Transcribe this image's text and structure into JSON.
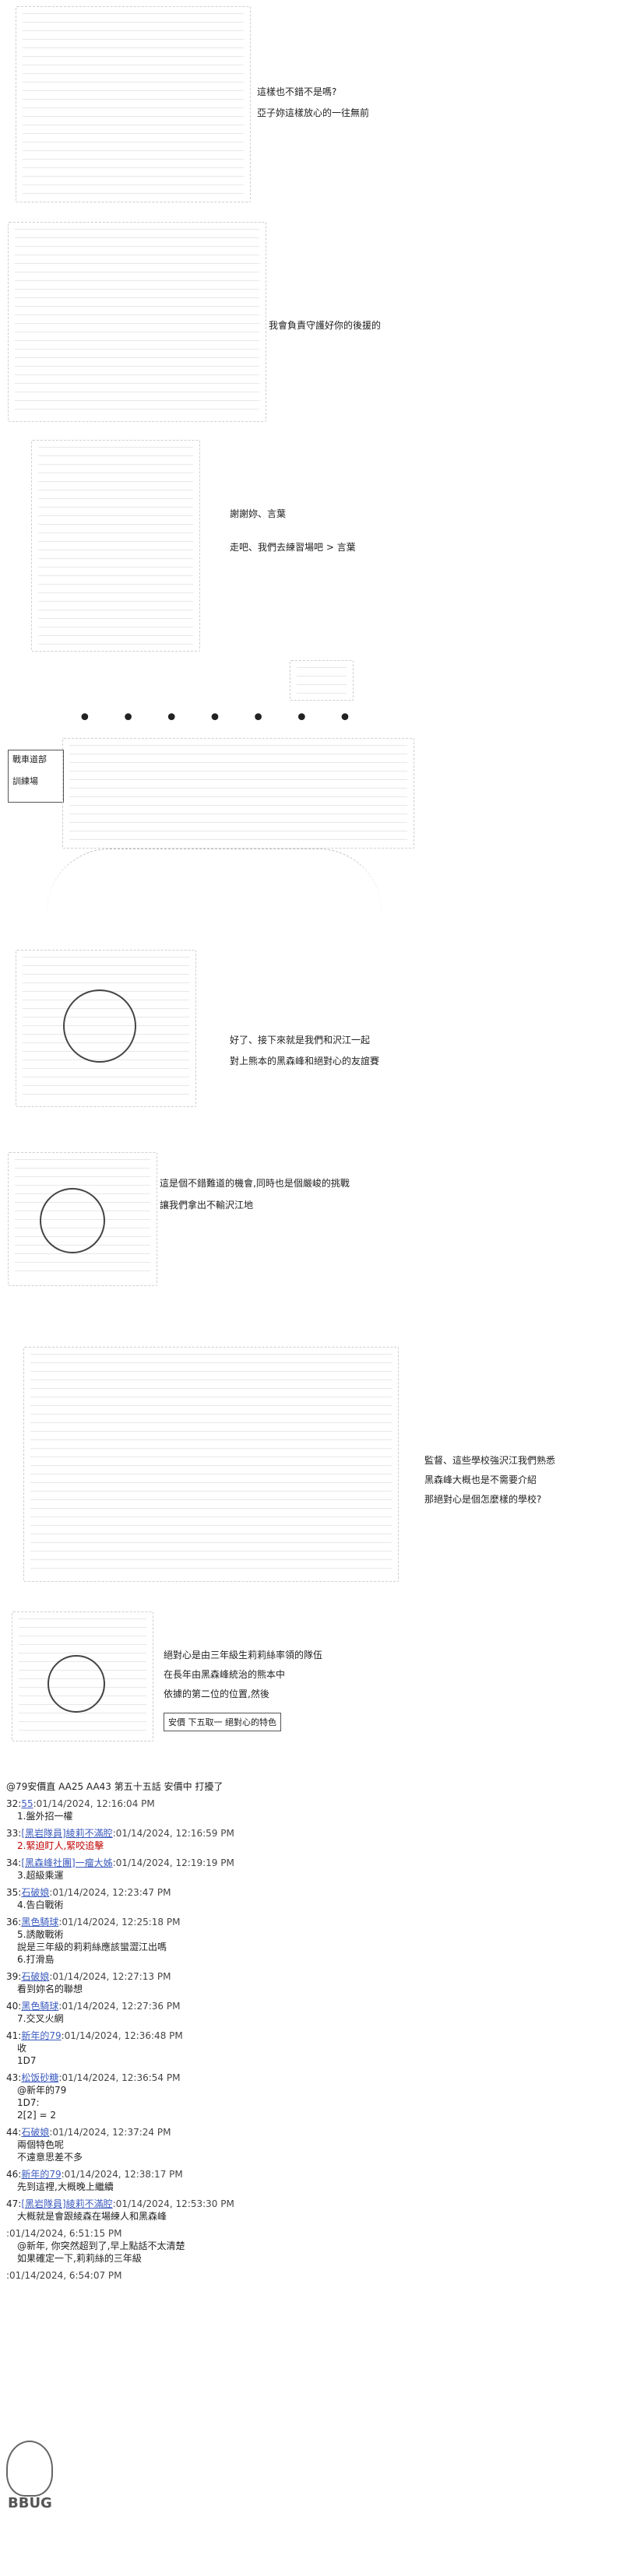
{
  "dialogue": {
    "line1": "這樣也不錯不是嗎?",
    "line2": "亞子妳這樣放心的一往無前",
    "line3": "我會負責守護好你的後援的",
    "line4": "謝謝妳、言葉",
    "line5": "走吧、我們去練習場吧 > 言葉",
    "sign1": "戰車道部",
    "sign2": "訓練場",
    "line6": "好了、接下來就是我們和沢江一起",
    "line7": "對上熊本的黑森峰和絕對心的友誼賽",
    "line8": "這是個不錯難道的機會,同時也是個嚴峻的挑戰",
    "line9": "讓我們拿出不輸沢江地",
    "line10": "監督、這些學校強沢江我們熟悉",
    "line11": "黑森峰大概也是不需要介紹",
    "line12": "那絕對心是個怎麼樣的學校?",
    "line13": "絕對心是由三年級生莉莉絲率領的隊伍",
    "line14": "在長年由黑森峰統治的熊本中",
    "line15": "依據的第二位的位置,然後",
    "choice": "安價 下五取一 絕對心的特色"
  },
  "thread": {
    "header": "@79安價直 AA25 AA43 第五十五話 安價中 打擾了",
    "posts": [
      {
        "num": "32:",
        "name": "55",
        "date": ":01/14/2024, 12:16:04 PM",
        "body": "1.盤外招一權"
      },
      {
        "num": "33:",
        "name": "[黑岩隊員]綾莉不滿腔",
        "date": ":01/14/2024, 12:16:59 PM",
        "body": "2.緊迫盯人,緊咬追擊",
        "red": true
      },
      {
        "num": "34:",
        "name": "[黑森峰社團]一瘤大姊",
        "date": ":01/14/2024, 12:19:19 PM",
        "body": "3.超級乘運"
      },
      {
        "num": "35:",
        "name": "石破娘",
        "date": ":01/14/2024, 12:23:47 PM",
        "body": "4.告白戰術"
      },
      {
        "num": "36:",
        "name": "黑色騎球",
        "date": ":01/14/2024, 12:25:18 PM",
        "body": "5.誘敵戰術\n說是三年級的莉莉絲應該蠻澀江出嗎\n6.打滑島"
      },
      {
        "num": "39:",
        "name": "石破娘",
        "date": ":01/14/2024, 12:27:13 PM",
        "body": "看到妳名的聯想"
      },
      {
        "num": "40:",
        "name": "黑色騎球",
        "date": ":01/14/2024, 12:27:36 PM",
        "body": "7.交叉火網"
      },
      {
        "num": "41:",
        "name": "新年的79",
        "date": ":01/14/2024, 12:36:48 PM",
        "body": "收\n1D7"
      },
      {
        "num": "43:",
        "name": "松饭砂糖",
        "date": ":01/14/2024, 12:36:54 PM",
        "body": "@新年的79\n1D7:\n2[2] = 2"
      },
      {
        "num": "44:",
        "name": "石破娘",
        "date": ":01/14/2024, 12:37:24 PM",
        "body": "兩個特色呢\n不遠意思差不多"
      },
      {
        "num": "46:",
        "name": "新年的79",
        "date": ":01/14/2024, 12:38:17 PM",
        "body": "先到這裡,大概晚上繼續"
      },
      {
        "num": "47:",
        "name": "[黑岩隊員]綾莉不滿腔",
        "date": ":01/14/2024, 12:53:30 PM",
        "body": "大概就是會跟綾森在場練人和黑森峰"
      },
      {
        "num": "",
        "name": "",
        "date": ":01/14/2024, 6:51:15 PM",
        "body": "@新年, 你突然超到了,早上點話不太清楚\n如果確定一下,莉莉絲的三年級"
      },
      {
        "num": "",
        "name": "",
        "date": ":01/14/2024, 6:54:07 PM",
        "body": ""
      }
    ]
  },
  "logo_text": "BBUG"
}
